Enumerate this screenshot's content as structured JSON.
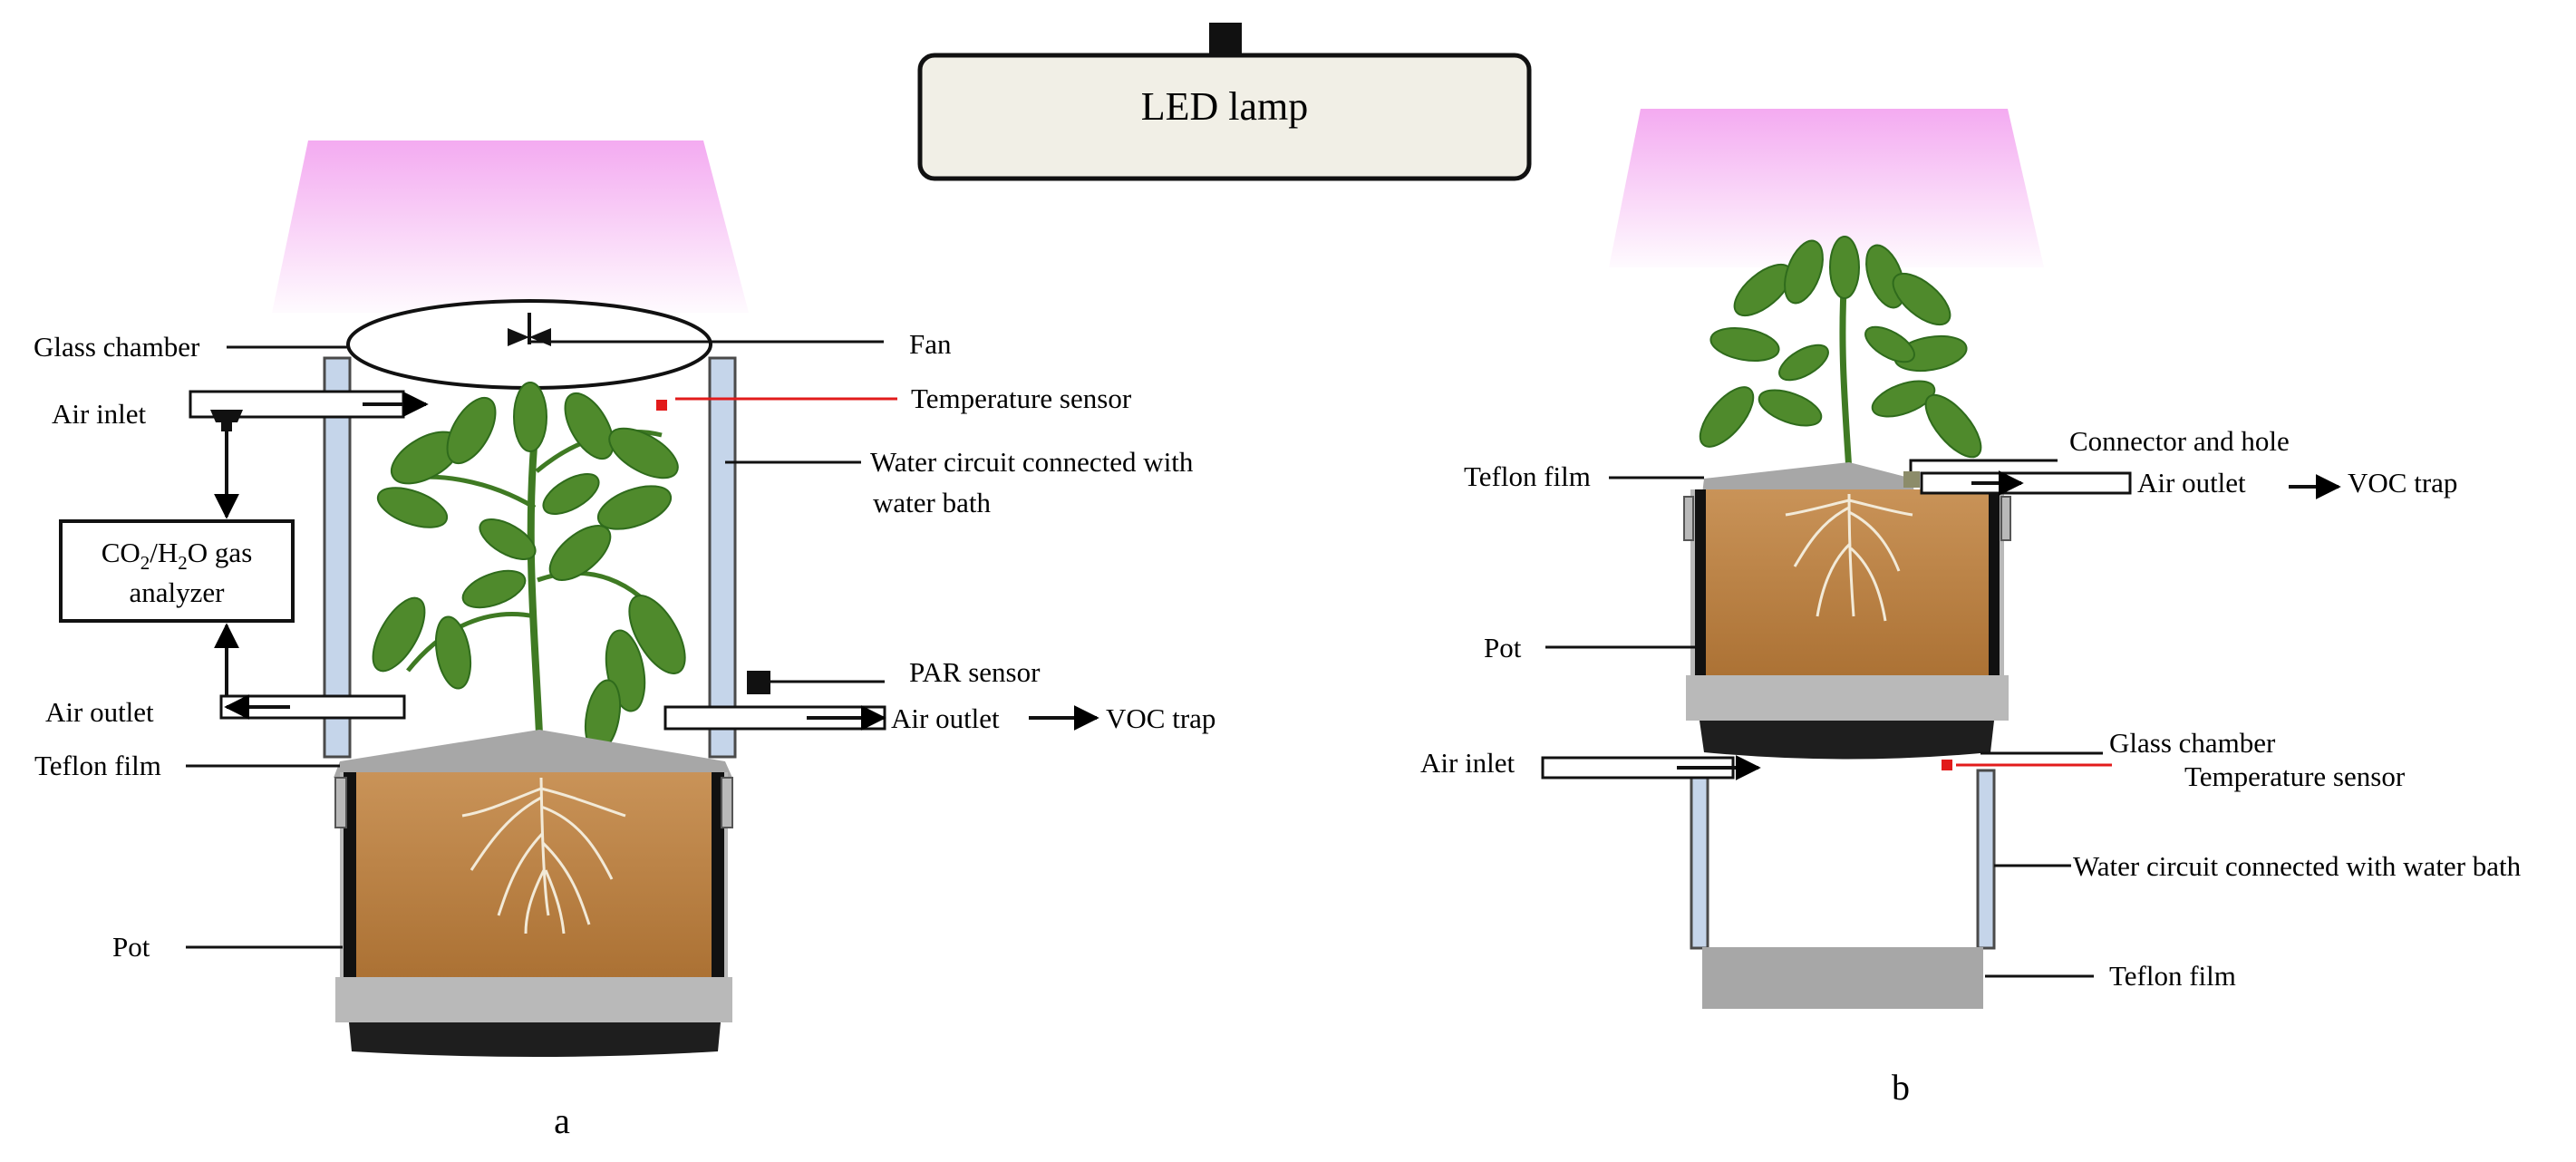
{
  "lamp": {
    "label": "LED lamp"
  },
  "panel_a": {
    "caption": "a",
    "labels": {
      "glass_chamber": "Glass chamber",
      "fan": "Fan",
      "air_inlet": "Air inlet",
      "temperature_sensor": "Temperature sensor",
      "water_circuit_line1": "Water circuit connected with",
      "water_circuit_line2": "water bath",
      "analyzer_co": "CO",
      "analyzer_sub2": "2",
      "analyzer_h": "/H",
      "analyzer_o_gas": "O gas",
      "analyzer_line2": "analyzer",
      "par_sensor": "PAR sensor",
      "air_outlet_left": "Air outlet",
      "air_outlet_right": "Air outlet",
      "voc_trap": "VOC trap",
      "teflon_film": "Teflon film",
      "pot": "Pot"
    }
  },
  "panel_b": {
    "caption": "b",
    "labels": {
      "connector_and_hole": "Connector and hole",
      "teflon_film_top": "Teflon film",
      "air_outlet": "Air outlet",
      "voc_trap": "VOC trap",
      "pot": "Pot",
      "glass_chamber": "Glass chamber",
      "air_inlet": "Air inlet",
      "temperature_sensor": "Temperature sensor",
      "water_circuit": "Water circuit connected with water bath",
      "teflon_film_bottom": "Teflon film"
    }
  },
  "colors": {
    "led_glow": "#f3a6f0",
    "soil_dark": "#a56a2c",
    "soil_light": "#c99358",
    "glass_tube": "#c5d5ea",
    "teflon": "#a7a7a7",
    "pot_rim": "#b9b9b9",
    "pot_base": "#1e1e1e",
    "leaf": "#4f8a2c",
    "leaf_dark": "#2f6b1c",
    "sensor_red": "#e21b1b",
    "lamp_box": "#f1efe6"
  }
}
